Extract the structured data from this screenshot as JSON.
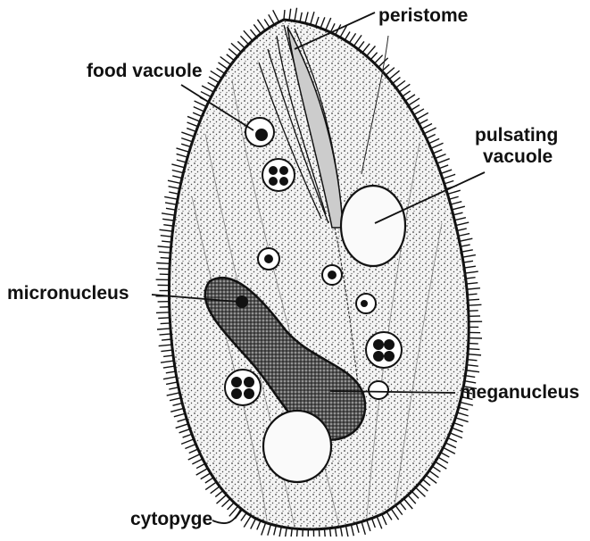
{
  "labels": {
    "peristome": "peristome",
    "food_vacuole": "food vacuole",
    "pulsating_vacuole_line1": "pulsating",
    "pulsating_vacuole_line2": "vacuole",
    "micronucleus": "micronucleus",
    "meganucleus": "meganucleus",
    "cytopyge": "cytopyge"
  },
  "colors": {
    "ink": "#111111",
    "background": "#ffffff",
    "cell_fill": "#eeeeee"
  }
}
